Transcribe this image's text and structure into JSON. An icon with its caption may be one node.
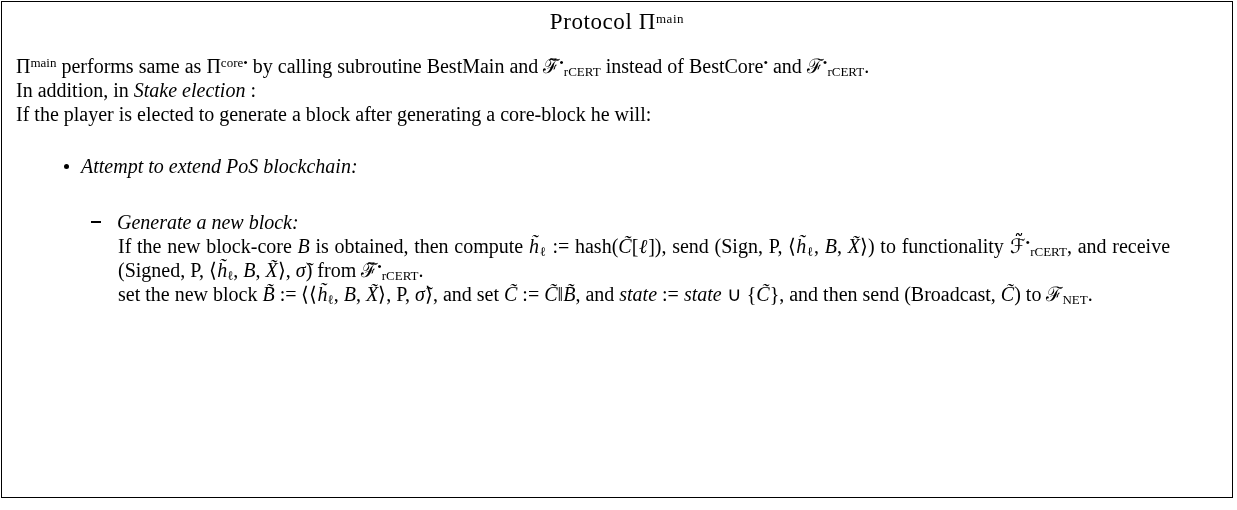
{
  "diagram": {
    "nodes": [
      {
        "text": [
          "Protocol Π$^{main}$",
          "Π$^{main}$ performs same as Π$^{core•}$ by calling subroutine BestMain and ℱ̃$^{•}$$_{rCERT}$ instead of BestCore$^{•}$ and ℱ$^{•}$$_{rCERT}$.",
          "In addition, in *Stake election* :",
          "If the player is elected to generate a block after generating a core-block he will:",
          "Attempt to extend PoS blockchain:",
          "Generate a new block:",
          "If the new block-core *B* is obtained, then compute *h̃*$_{ℓ}$ := hash(*C̃*[*ℓ*]), send (Sign, P, ⟨*h̃*$_{ℓ}$, *B*, *X̃*⟩) to functionality ℱ̃$^{•}$$_{rCERT}$, and receive (Signed, P, ⟨*h̃*$_{ℓ}$, *B*, *X̃*⟩, *σ̃*) from ℱ̃$^{•}$$_{rCERT}$.",
          "set the new block *B̃* := ⟨⟨*h̃*$_{ℓ}$, *B*, *X̃*⟩, P, *σ̃*⟩, and set *C̃* := *C̃*‖*B̃*, and *state* := *state* ∪ {*C̃*}, and then send (Broadcast, *C̃*) to ℱ$_{NET}$."
        ]
      }
    ]
  }
}
